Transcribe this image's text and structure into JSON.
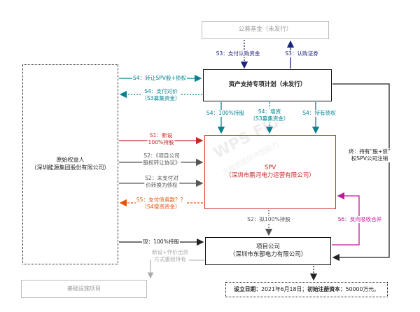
{
  "nodes": {
    "public_fund": "公募基金（未发行）",
    "plan": "资产支持专项计划（未发行）",
    "original_holder": {
      "line1": "原始权益人",
      "line2": "（深圳能源集团股份有限公司）"
    },
    "spv": {
      "line1": "SPV",
      "line2": "（深圳市鹏河电力运营有限公司）"
    },
    "project_company": {
      "line1": "项目公司",
      "line2": "（深圳市东部电力有限公司）"
    },
    "infrastructure": "基础设施项目",
    "note": {
      "prefix": "设立日期：",
      "date": "2021年6月18日",
      "sep": "；",
      "capital_label": "初始注册资本：",
      "capital": "50000万元。"
    }
  },
  "flows": {
    "s3_subscribe_funds": "S3：支付认购资金",
    "s3_subscribe_cert": "S3：认购证券",
    "s4_transfer": "S4：转让SPV股+债权",
    "s4_pay_1": "S4：支付对价",
    "s4_pay_2": "（S3募集资金）",
    "s4_hold100": "S4：100%持股",
    "s4_increase_1": "S4：增资",
    "s4_increase_2": "（S3募集资金）",
    "s4_debt": "S4：持有债权",
    "s1_1": "S1：新设",
    "s1_2": "100%持股",
    "s2_agreement_1": "S2：《项目公司",
    "s2_agreement_2": "股权转让协议》",
    "s2_unpaid_1": "S2：未支付对",
    "s2_unpaid_2": "价转换为债权",
    "s5_1": "S5：支付债务款？？",
    "s5_2": "（S4增资资金）",
    "s2_hold100": "S2：拟100%持股",
    "s6": "S6：反向吸收合并",
    "final_1": "终：持有“股+债”",
    "final_2": "权SPV公司注销",
    "current_hold": "现：100%持股",
    "new_invest_1": "新设+作价出资",
    "new_invest_2": "方式重组持有"
  },
  "watermark": {
    "main": "WPS Flow",
    "sub": "流程图提供作图能力"
  },
  "colors": {
    "navy": "#1a237e",
    "teal": "#00838f",
    "red": "#c62828",
    "gray": "#555555",
    "orange": "#e65100",
    "magenta": "#c2189a",
    "dark": "#222222",
    "light": "#aaaaaa"
  }
}
